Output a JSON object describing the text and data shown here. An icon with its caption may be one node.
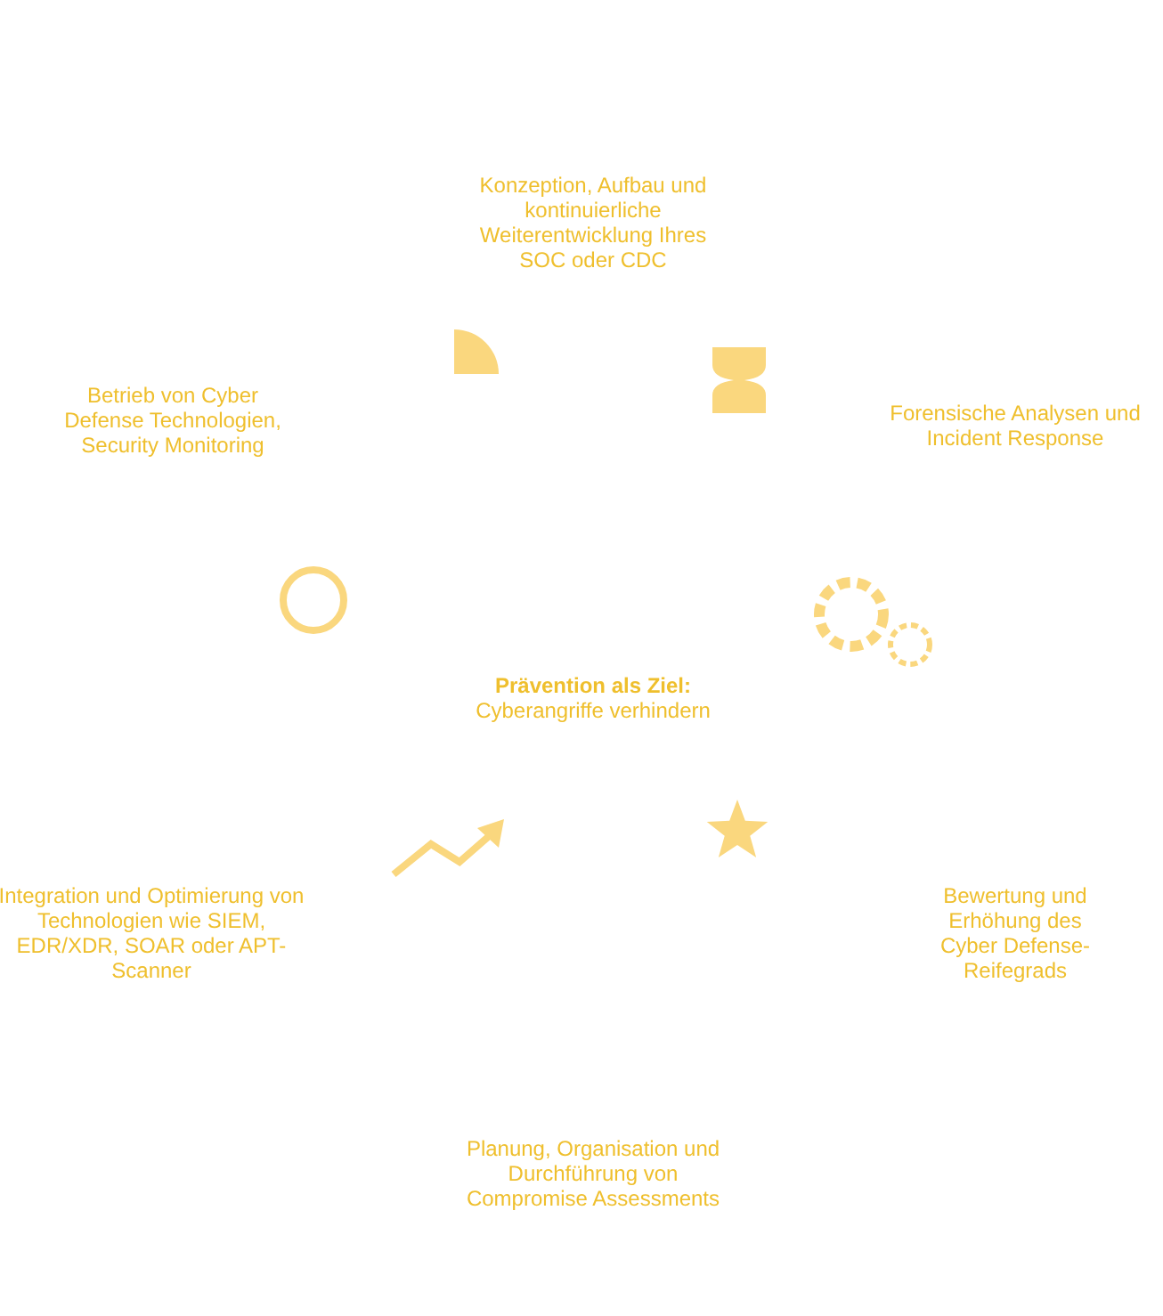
{
  "diagram": {
    "labels": [
      "Konzeption, Aufbau und kontinuierliche Weiterentwicklung Ihres SOC oder CDC",
      "Betrieb von Cyber Defense Technologien, Security Monitoring",
      "Forensische Analysen und Incident Response",
      "Prävention als Ziel:",
      "Cyberangriffe verhindern",
      "Integration und Optimierung von Technologien wie SIEM, EDR/XDR, SOAR oder APT-Scanner",
      "Bewertung und Erhöhung des Cyber Defense-Reifegrads",
      "Planung, Organisation und Durchführung von Compromise Assessments"
    ]
  }
}
